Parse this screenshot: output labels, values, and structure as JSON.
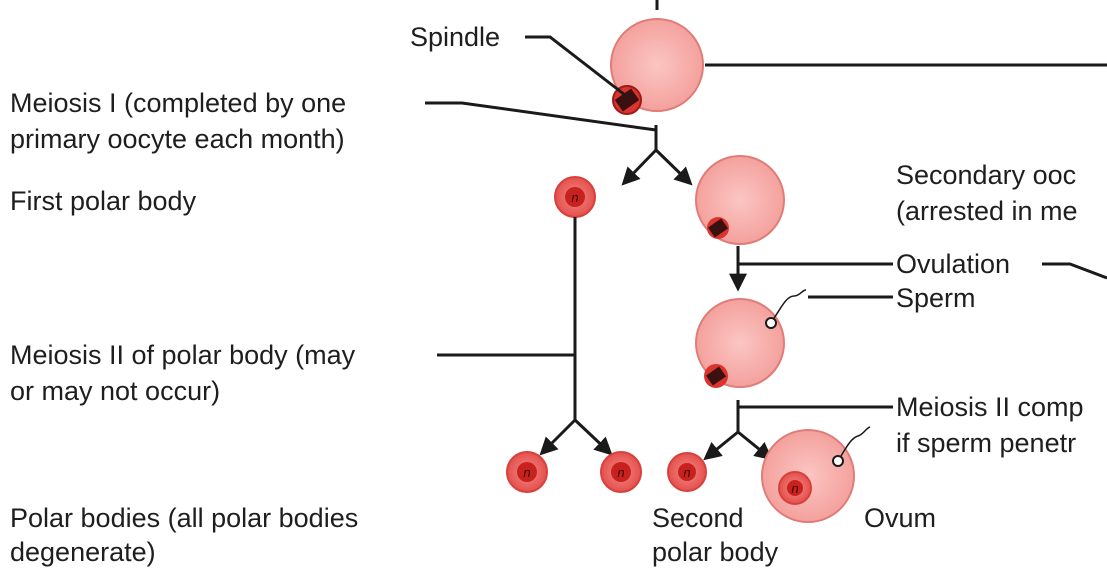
{
  "labels": {
    "spindle": "Spindle",
    "meiosis1_line1": "Meiosis I (completed by one",
    "meiosis1_line2": "primary oocyte each month)",
    "first_polar_body": "First polar body",
    "secondary_oocyte_line1": "Secondary ooc",
    "secondary_oocyte_line2": "(arrested in me",
    "ovulation": "Ovulation",
    "sperm": "Sperm",
    "meiosis2_polar_line1": "Meiosis II of polar body (may",
    "meiosis2_polar_line2": "or may not occur)",
    "meiosis2_complete_line1": "Meiosis II comp",
    "meiosis2_complete_line2": "if sperm penetr",
    "polar_bodies_line1": "Polar bodies (all polar bodies",
    "polar_bodies_line2": "degenerate)",
    "second_polar_body_line1": "Second",
    "second_polar_body_line2": "polar body",
    "ovum": "Ovum",
    "haploid": "n"
  },
  "colors": {
    "cell_fill": "#f7b3b0",
    "cell_stroke": "#e07c78",
    "polar_fill": "#ef6f6c",
    "nucleus_fill": "#d9342f",
    "line": "#1a1a1a"
  }
}
